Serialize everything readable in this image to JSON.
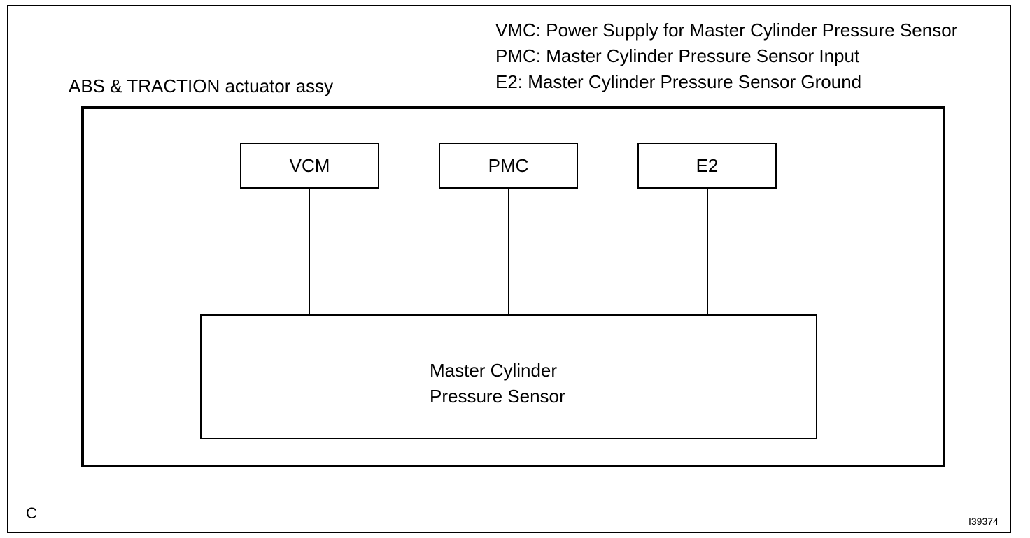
{
  "legend": {
    "line1": "VMC: Power Supply for Master Cylinder Pressure Sensor",
    "line2": "PMC: Master Cylinder Pressure Sensor Input",
    "line3": "E2: Master Cylinder Pressure Sensor Ground"
  },
  "assembly": {
    "label": "ABS & TRACTION actuator assy"
  },
  "terminals": [
    {
      "label": "VCM"
    },
    {
      "label": "PMC"
    },
    {
      "label": "E2"
    }
  ],
  "sensor": {
    "line1": "Master Cylinder",
    "line2": "Pressure Sensor"
  },
  "corner_label": "C",
  "figure_id": "I39374"
}
